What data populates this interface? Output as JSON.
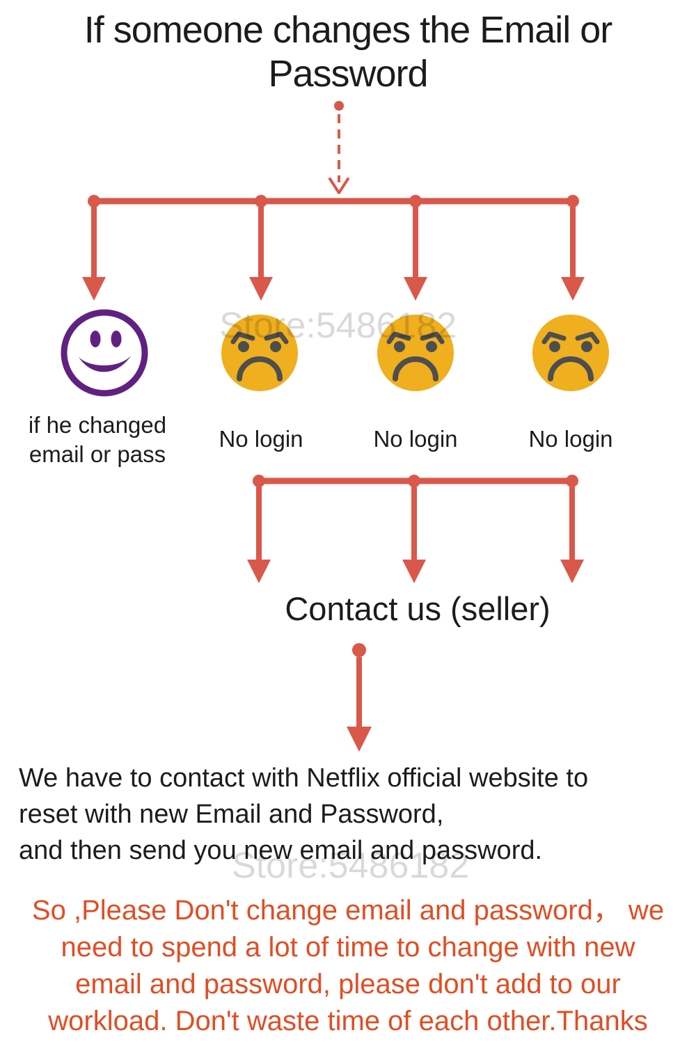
{
  "title": {
    "line1": "If someone changes the Email or",
    "line2": "Password"
  },
  "watermark": "Store:5486182",
  "branches": {
    "smiley_label_line1": "if he changed",
    "smiley_label_line2": "email or pass",
    "no_login": "No login"
  },
  "contact": {
    "label": "Contact us (seller)"
  },
  "explanation": {
    "line1": "We have to contact with Netflix official website to",
    "line2": "reset with new Email and Password,",
    "line3": "and then send you new email and password."
  },
  "warning": {
    "line1": "So ,Please Don't change email and password， we",
    "line2": "need to spend a lot of time to change with new",
    "line3": "email and password, please don't add to our",
    "line4": "workload. Don't waste time of each other.Thanks"
  },
  "colors": {
    "arrow": "#d9584a",
    "smiley_purple": "#5f2182",
    "sad_face_yellow": "#efaf1e",
    "face_features_gray": "#4d4e50",
    "warning_orange": "#e14d23",
    "body_text": "#1c1c1c",
    "watermark_gray": "#d9d9d9"
  }
}
